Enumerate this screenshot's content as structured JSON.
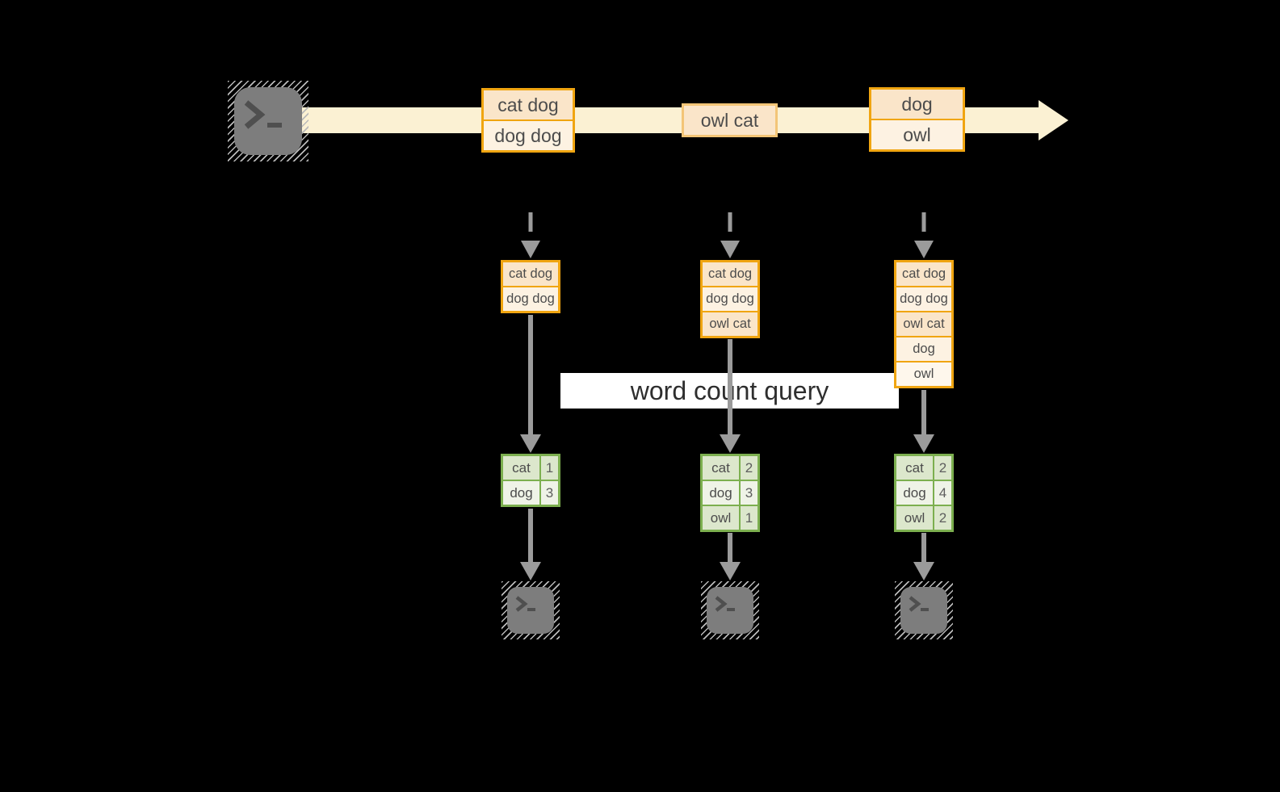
{
  "query_label": "word count query",
  "stream": {
    "records": [
      {
        "lines": [
          "cat dog",
          "dog dog"
        ]
      },
      {
        "lines": [
          "owl cat"
        ]
      },
      {
        "lines": [
          "dog",
          "owl"
        ]
      }
    ]
  },
  "columns": [
    {
      "state": [
        "cat dog",
        "dog dog"
      ],
      "result": [
        {
          "word": "cat",
          "count": "1"
        },
        {
          "word": "dog",
          "count": "3"
        }
      ]
    },
    {
      "state": [
        "cat dog",
        "dog dog",
        "owl cat"
      ],
      "result": [
        {
          "word": "cat",
          "count": "2"
        },
        {
          "word": "dog",
          "count": "3"
        },
        {
          "word": "owl",
          "count": "1"
        }
      ]
    },
    {
      "state": [
        "cat dog",
        "dog dog",
        "owl cat",
        "dog",
        "owl"
      ],
      "result": [
        {
          "word": "cat",
          "count": "2"
        },
        {
          "word": "dog",
          "count": "4"
        },
        {
          "word": "owl",
          "count": "2"
        }
      ]
    }
  ],
  "icons": {
    "source": "terminal-icon",
    "sinks": [
      "terminal-icon",
      "terminal-icon",
      "terminal-icon"
    ]
  },
  "colors": {
    "background": "#000000",
    "stream_band": "#FBF1D3",
    "record_border": "#F0A511",
    "record_border_light": "#F3C577",
    "record_fill_dark": "#FAE5C9",
    "record_fill_light": "#FDF2E2",
    "table_border": "#7CAF4F",
    "table_row_dark": "#DCE7CC",
    "table_row_light": "#EFF3E7",
    "query_band": "#FFFFFF",
    "arrow_gray": "#9B9B9B",
    "terminal_gray": "#7D7D7D"
  }
}
